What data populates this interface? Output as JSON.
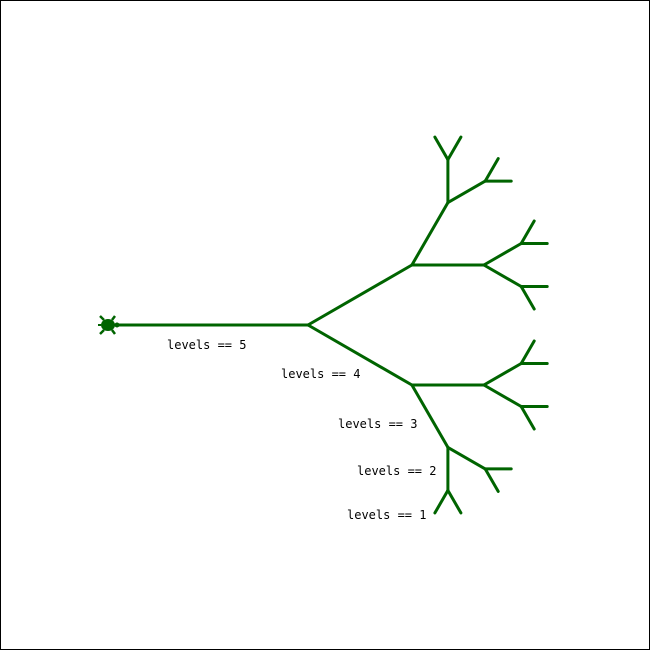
{
  "colors": {
    "stroke": "#006400",
    "text": "#000000",
    "background": "#ffffff"
  },
  "turtle": {
    "icon": "turtle-icon"
  },
  "labels": [
    {
      "id": "levels-5",
      "text": "levels == 5"
    },
    {
      "id": "levels-4",
      "text": "levels == 4"
    },
    {
      "id": "levels-3",
      "text": "levels == 3"
    },
    {
      "id": "levels-2",
      "text": "levels == 2"
    },
    {
      "id": "levels-1",
      "text": "levels == 1"
    }
  ]
}
